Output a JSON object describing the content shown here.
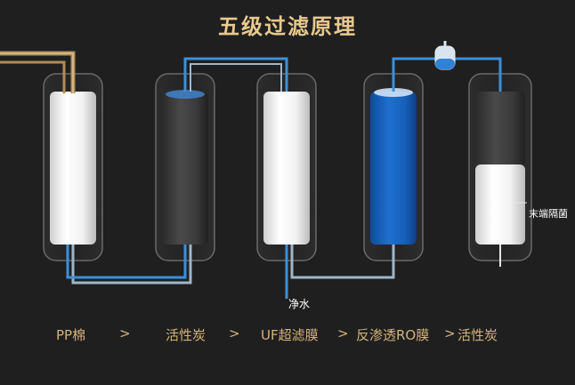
{
  "title": "五级过滤原理",
  "colors": {
    "background": "#1f1f1f",
    "title": "#e9c98f",
    "label": "#d4b27a",
    "water_blue": "#3d8fd8",
    "feed_pipe": "#b08d57",
    "pure_pipe": "#b9c7d3"
  },
  "stages": [
    {
      "label": "PP棉",
      "media": "pp-cotton"
    },
    {
      "label": "活性炭",
      "media": "activated-carbon"
    },
    {
      "label": "UF超滤膜",
      "media": "uf-membrane"
    },
    {
      "label": "反渗透RO膜",
      "media": "ro-membrane"
    },
    {
      "label": "活性炭",
      "media": "post-carbon"
    }
  ],
  "separator": ">",
  "outlet_label": "净水",
  "terminal_label": "末端隔菌"
}
